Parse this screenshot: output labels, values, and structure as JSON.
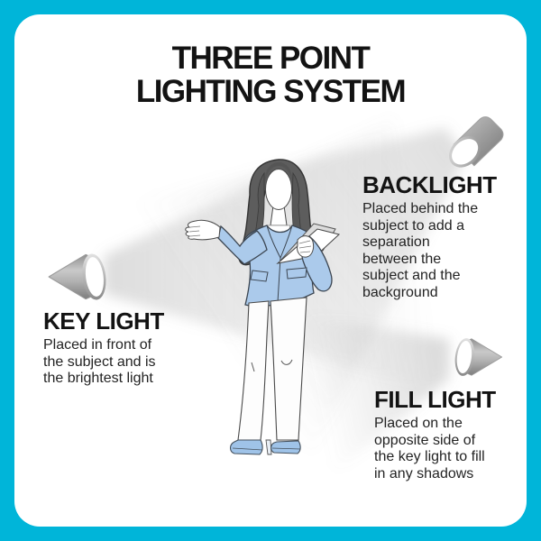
{
  "title": {
    "line1": "THREE POINT",
    "line2": "LIGHTING SYSTEM"
  },
  "lights": {
    "key": {
      "label": "KEY LIGHT",
      "description": "Placed in front of\nthe subject and is\nthe brightest light"
    },
    "back": {
      "label": "BACKLIGHT",
      "description": "Placed behind the\nsubject to add a\nseparation\nbetween the\nsubject and the\nbackground"
    },
    "fill": {
      "label": "FILL LIGHT",
      "description": "Placed on the\nopposite side of\nthe key light to fill\nin any shadows"
    }
  },
  "icons": {
    "key": "spotlight-facing-right-icon",
    "back": "spotlight-facing-down-left-icon",
    "fill": "spotlight-facing-left-icon",
    "figure": "presenter-woman-illustration"
  },
  "colors": {
    "background": "#00b5d9",
    "card": "#ffffff",
    "heading_text": "#131313",
    "body_text": "#232323",
    "jacket_blue": "#abcaeb",
    "shoe_blue": "#9fc3e8",
    "hair_gray": "#5d5d5d",
    "spotlight_gray": "#9b9b9b",
    "beam_gray": "#8c8c8c"
  }
}
